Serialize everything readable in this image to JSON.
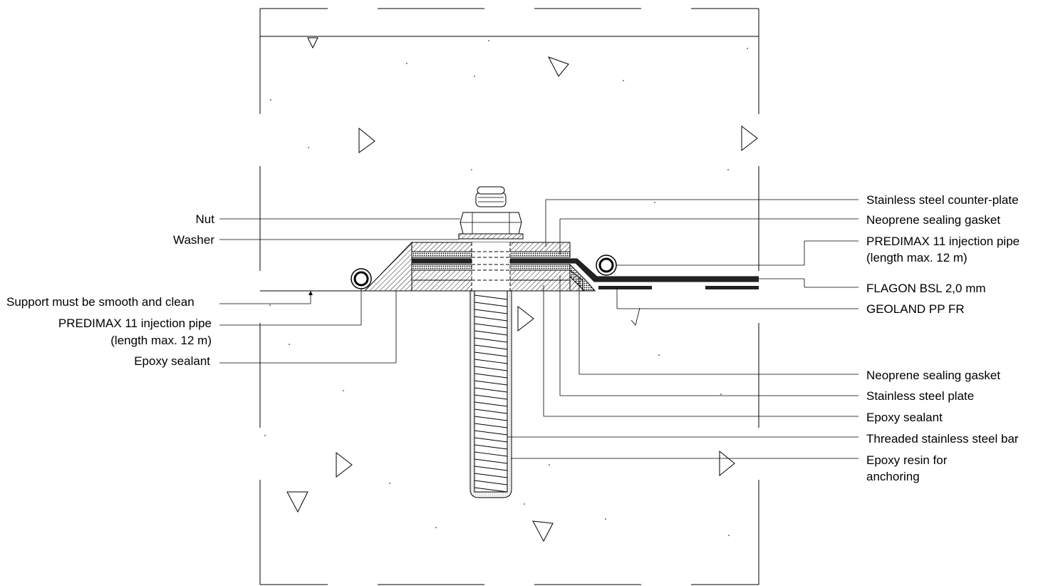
{
  "labels_left": {
    "nut": "Nut",
    "washer": "Washer",
    "support": "Support must be smooth and clean",
    "pipe_line1": "PREDIMAX 11 injection pipe",
    "pipe_line2": "(length max. 12 m)",
    "epoxy_sealant": "Epoxy sealant"
  },
  "labels_right": {
    "counter_plate": "Stainless steel counter-plate",
    "gasket_top": "Neoprene sealing gasket",
    "pipe_line1": "PREDIMAX 11 injection pipe",
    "pipe_line2": "(length max. 12 m)",
    "flagon": "FLAGON BSL 2,0 mm",
    "geoland": "GEOLAND PP FR",
    "gasket_bottom": "Neoprene sealing gasket",
    "steel_plate": "Stainless steel plate",
    "epoxy_sealant": "Epoxy sealant",
    "threaded_bar": "Threaded stainless steel bar",
    "resin_line1": "Epoxy resin for",
    "resin_line2": "anchoring"
  }
}
